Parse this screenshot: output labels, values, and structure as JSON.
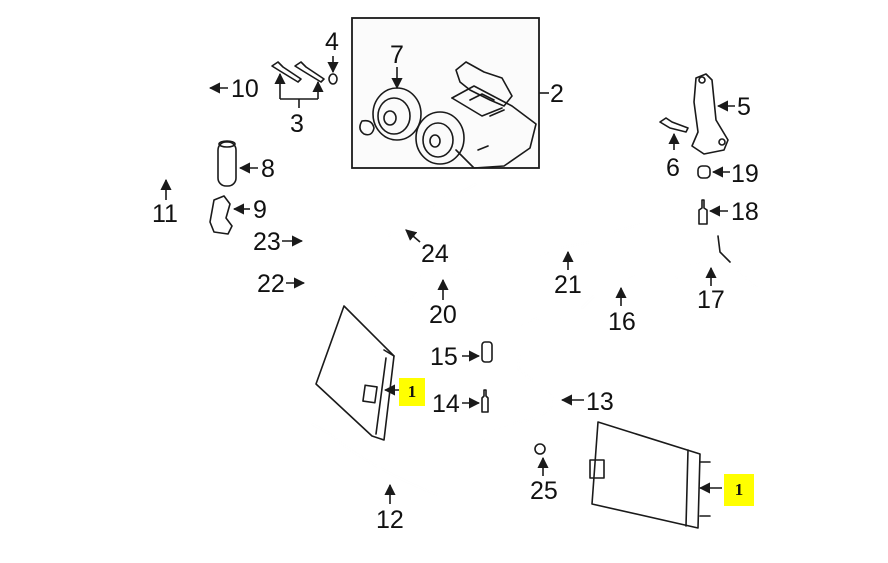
{
  "diagram": {
    "title": "A/C system parts diagram (compressor, condenser, lines & hoses)",
    "colors": {
      "line": "#1a1a1a",
      "background": "#ffffff",
      "highlight": "#ffff00"
    },
    "callouts": [
      {
        "id": "1a",
        "label": "1",
        "part": "condenser",
        "highlighted": true
      },
      {
        "id": "1b",
        "label": "1",
        "part": "condenser",
        "highlighted": true
      },
      {
        "id": "2",
        "label": "2",
        "part": "compressor-assembly"
      },
      {
        "id": "3",
        "label": "3",
        "part": "compressor-bolts"
      },
      {
        "id": "4",
        "label": "4",
        "part": "o-ring"
      },
      {
        "id": "5",
        "label": "5",
        "part": "compressor-bracket"
      },
      {
        "id": "6",
        "label": "6",
        "part": "bracket-bolt"
      },
      {
        "id": "7",
        "label": "7",
        "part": "clutch"
      },
      {
        "id": "8",
        "label": "8",
        "part": "receiver-drier"
      },
      {
        "id": "9",
        "label": "9",
        "part": "drier-bracket"
      },
      {
        "id": "10",
        "label": "10",
        "part": "suction-hose"
      },
      {
        "id": "11",
        "label": "11",
        "part": "pressure-hose"
      },
      {
        "id": "12",
        "label": "12",
        "part": "condenser-tube"
      },
      {
        "id": "13",
        "label": "13",
        "part": "liquid-line"
      },
      {
        "id": "14",
        "label": "14",
        "part": "pressure-switch"
      },
      {
        "id": "15",
        "label": "15",
        "part": "service-valve"
      },
      {
        "id": "16",
        "label": "16",
        "part": "evaporator-tube"
      },
      {
        "id": "17",
        "label": "17",
        "part": "discharge-hose"
      },
      {
        "id": "18",
        "label": "18",
        "part": "pressure-sensor"
      },
      {
        "id": "19",
        "label": "19",
        "part": "valve-cap"
      },
      {
        "id": "20",
        "label": "20",
        "part": "rear-line"
      },
      {
        "id": "21",
        "label": "21",
        "part": "rear-suction-line"
      },
      {
        "id": "22",
        "label": "22",
        "part": "hose-assembly"
      },
      {
        "id": "23",
        "label": "23",
        "part": "hose-assembly"
      },
      {
        "id": "24",
        "label": "24",
        "part": "manifold-line"
      },
      {
        "id": "25",
        "label": "25",
        "part": "o-ring"
      }
    ]
  }
}
